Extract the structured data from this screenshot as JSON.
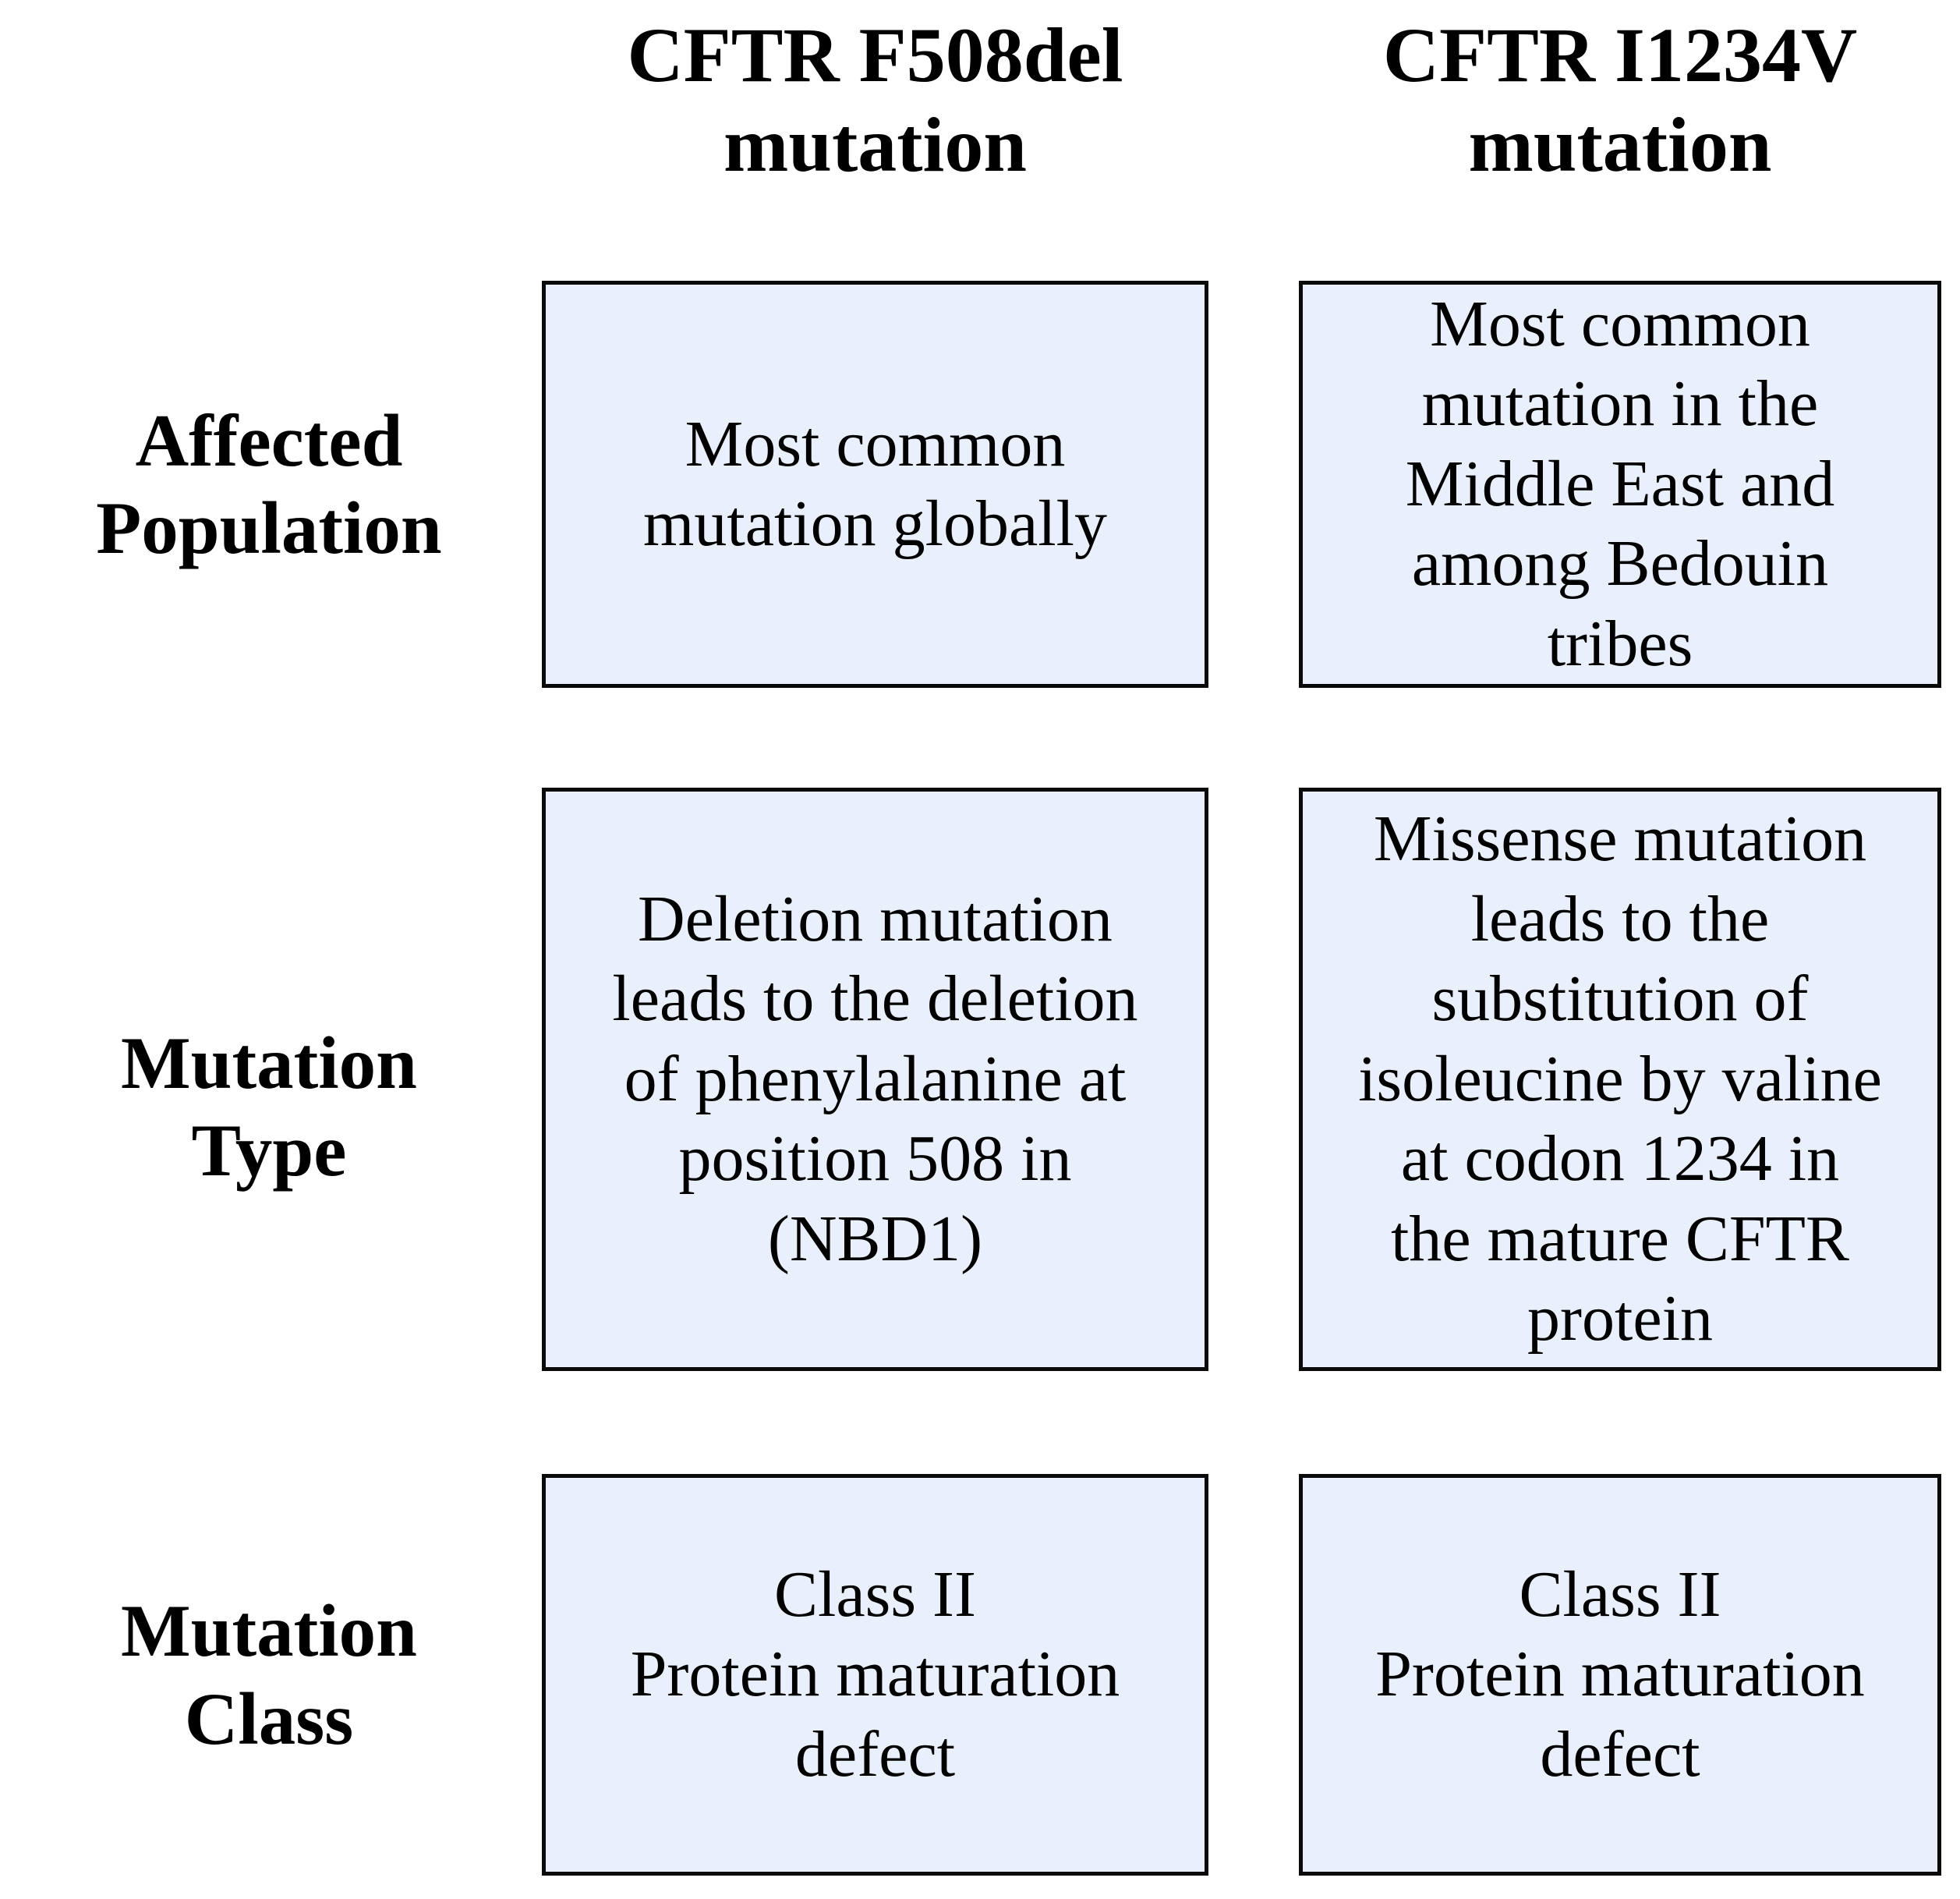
{
  "figure": {
    "type": "comparison-table",
    "columns": [
      {
        "header": "CFTR F508del\nmutation"
      },
      {
        "header": "CFTR I1234V\nmutation"
      }
    ],
    "rows": [
      {
        "label": "Affected\nPopulation",
        "cells": [
          "Most common\nmutation globally",
          "Most common\nmutation in the\nMiddle East and\namong Bedouin\ntribes"
        ]
      },
      {
        "label": "Mutation\nType",
        "cells": [
          "Deletion mutation\nleads to the deletion\nof phenylalanine at\nposition 508 in\n(NBD1)",
          "Missense mutation\nleads to the\nsubstitution of\nisoleucine by valine\nat  codon 1234 in\nthe mature CFTR\nprotein"
        ]
      },
      {
        "label": "Mutation\nClass",
        "cells": [
          "Class II\nProtein maturation\ndefect",
          "Class II\nProtein maturation\ndefect"
        ]
      }
    ]
  },
  "colors": {
    "background": "#ffffff",
    "box_fill": "#e9f0fb",
    "box_border": "#0a0a0a",
    "text": "#000000"
  }
}
